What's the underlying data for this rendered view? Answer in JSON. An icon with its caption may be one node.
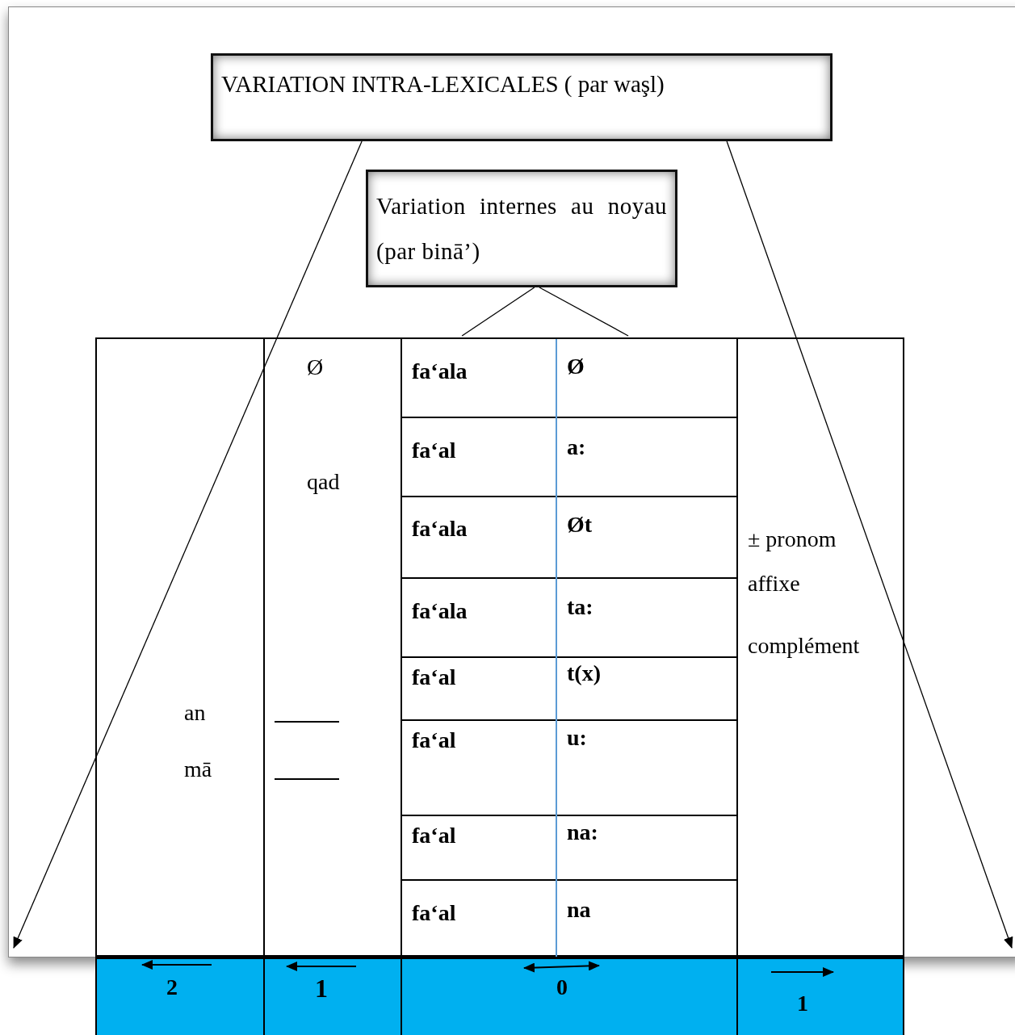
{
  "diagram": {
    "nodes": [
      {
        "text": [
          "VARIATION INTRA-LEXICALES ( par waşl)"
        ]
      },
      {
        "text": [
          "Variation internes au noyau (par binā’)"
        ]
      },
      {
        "text": [],
        "shape": "box"
      },
      {
        "text": [],
        "shape": "box",
        "in": 2
      }
    ],
    "edges": [
      {
        "from": 0,
        "to": null,
        "arrow": "to"
      },
      {
        "from": 0,
        "to": null,
        "arrow": "to"
      },
      {
        "from": 1,
        "to": 3,
        "arrow": "none"
      },
      {
        "from": 1,
        "to": 3,
        "arrow": "none"
      }
    ],
    "labels": [
      "Ø",
      "fa‘ala",
      "Ø",
      "qad",
      "fa‘al",
      "a:",
      "± pronom",
      "affixe",
      "complément",
      "fa‘ala",
      "Øt",
      "fa‘ala",
      "ta:",
      "fa‘al",
      "t(x)",
      "an",
      "fa‘al",
      "u:",
      "mā",
      "fa‘al",
      "na:",
      "fa‘al",
      "na",
      "2",
      "1",
      "0",
      "1"
    ]
  }
}
